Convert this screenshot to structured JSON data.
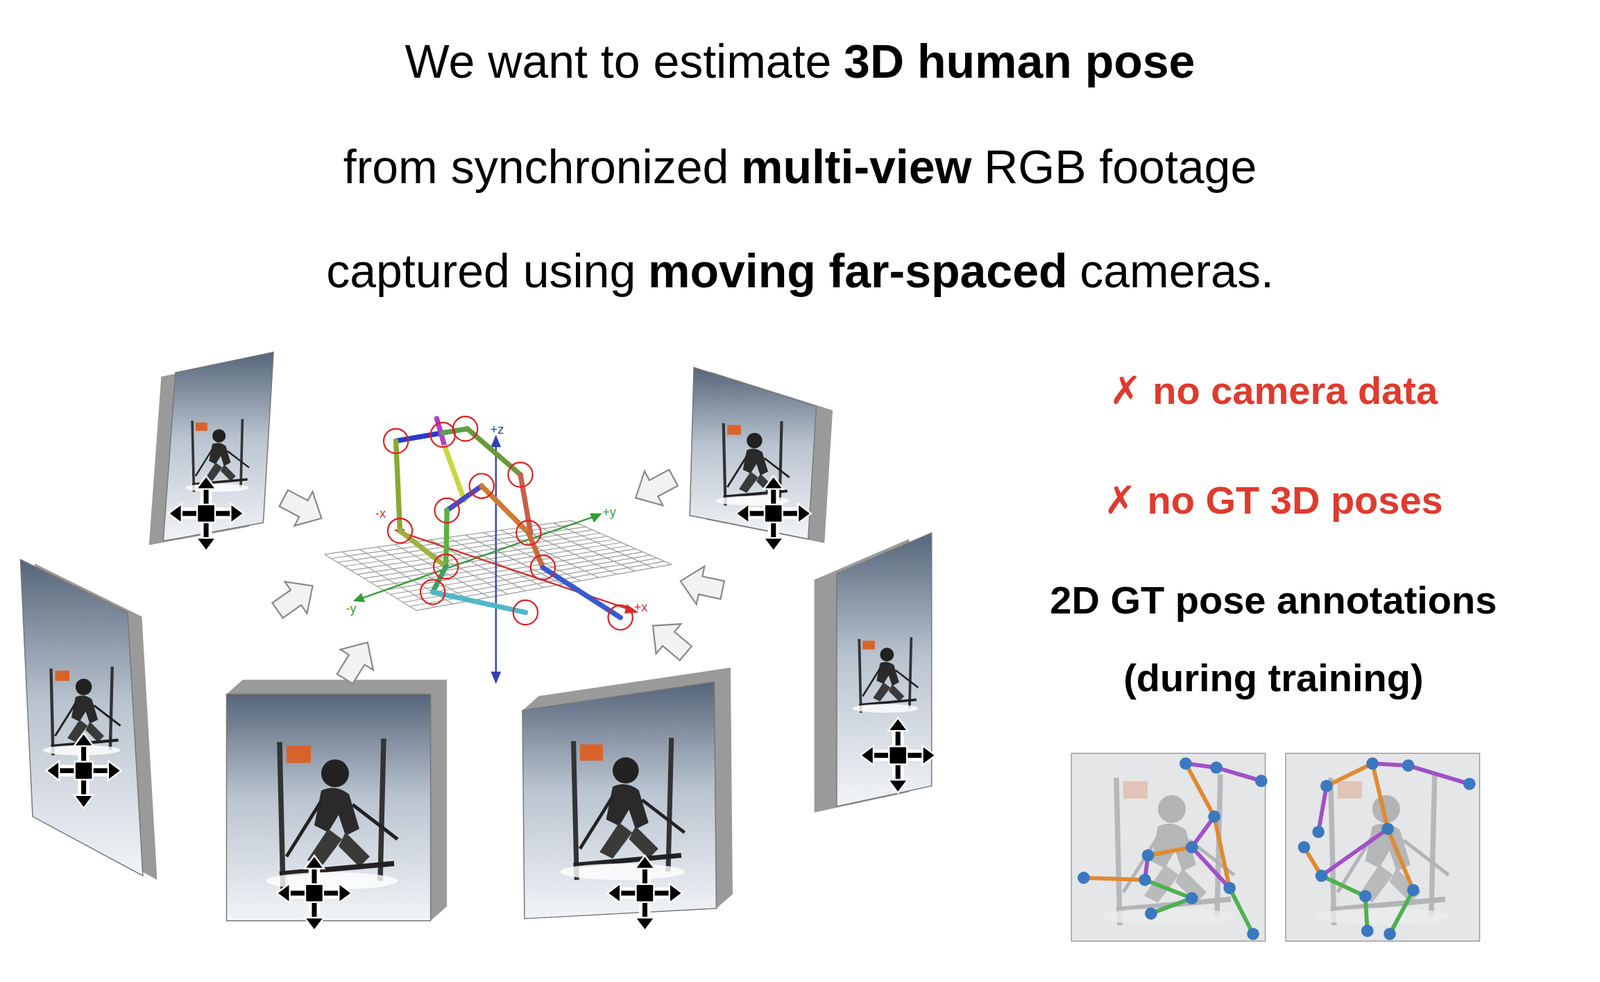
{
  "diagram": {
    "labels": [
      "We want to estimate",
      "3D human pose",
      "from synchronized",
      "multi-view",
      "RGB footage",
      "captured using",
      "moving far-spaced",
      "cameras.",
      "+z",
      "-x",
      "+y",
      "-y",
      "+x",
      "✗ no camera data",
      "✗ no GT 3D poses",
      "2D GT pose annotations (during training)"
    ]
  }
}
